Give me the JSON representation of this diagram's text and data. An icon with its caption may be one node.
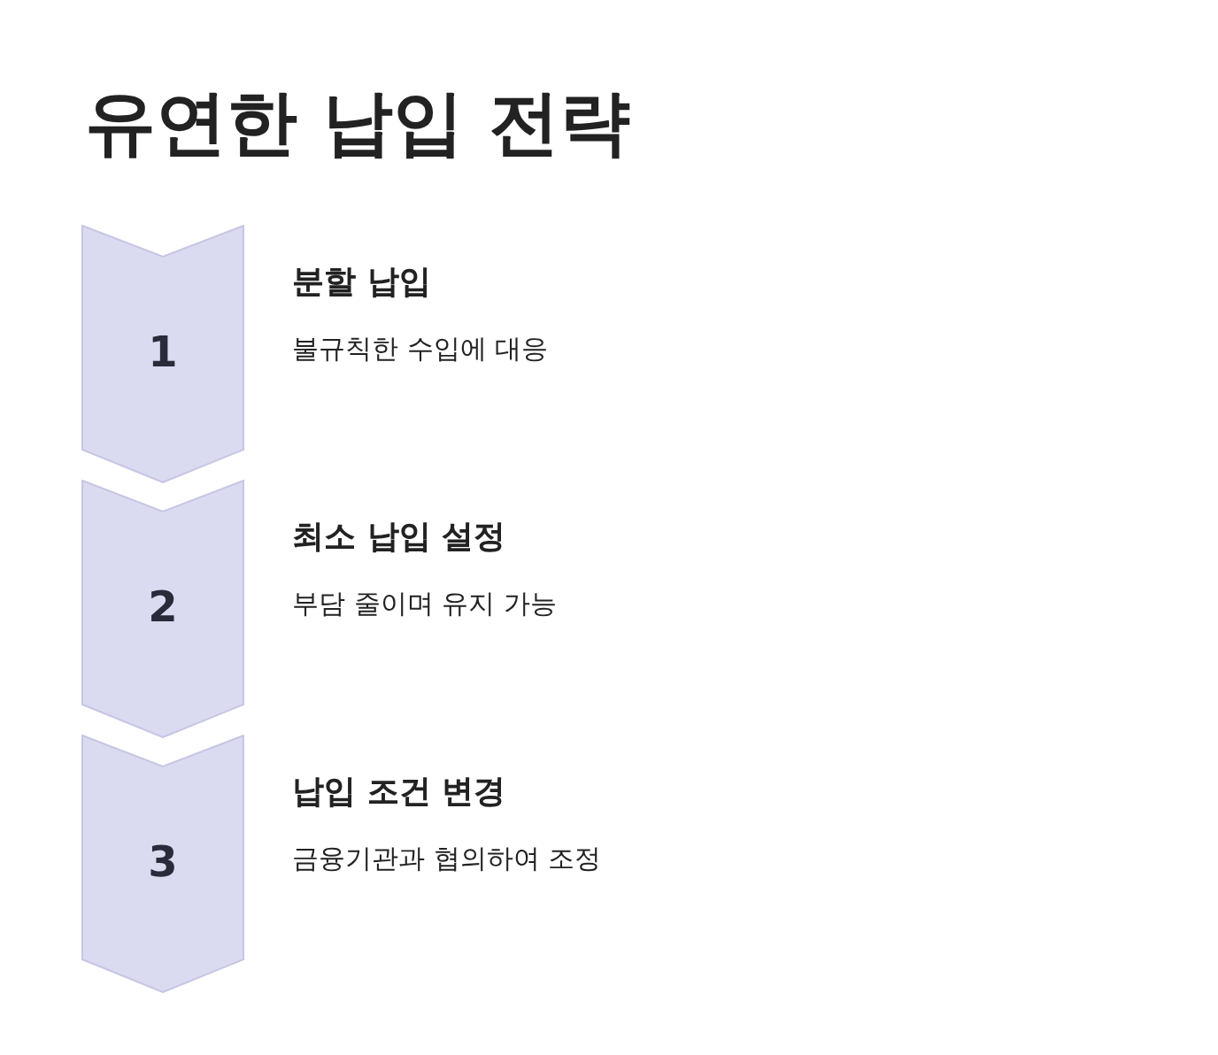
{
  "diagram": {
    "title": "유연한 납입 전략",
    "nodes": [
      {
        "text": [
          "1"
        ],
        "beside": [
          "분할 납입",
          "불규칙한 수입에 대응"
        ]
      },
      {
        "text": [
          "2"
        ],
        "beside": [
          "최소 납입 설정",
          "부담 줄이며 유지 가능"
        ]
      },
      {
        "text": [
          "3"
        ],
        "beside": [
          "납입 조건 변경",
          "금융기관과 협의하여 조정"
        ]
      }
    ]
  }
}
